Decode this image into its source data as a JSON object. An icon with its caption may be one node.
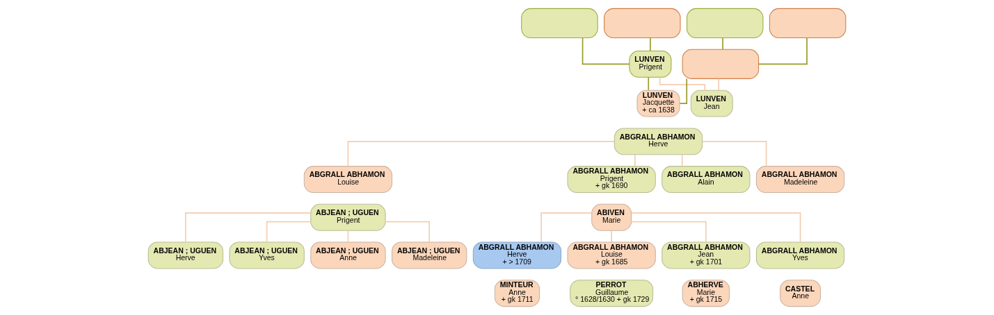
{
  "diagram": {
    "nodes": [
      {
        "text": [],
        "shape": "box"
      },
      {
        "text": [],
        "shape": "box"
      },
      {
        "text": [],
        "shape": "box"
      },
      {
        "text": [],
        "shape": "box"
      },
      {
        "text": [
          "LUNVEN",
          "Prigent"
        ]
      },
      {
        "text": [],
        "shape": "box"
      },
      {
        "text": [
          "LUNVEN",
          "Jacquette",
          "+ ca 1638"
        ]
      },
      {
        "text": [
          "ABGRALL ABHAMON",
          "Herve"
        ]
      },
      {
        "text": [
          "LUNVEN",
          "Jean"
        ]
      },
      {
        "text": [
          "ABGRALL ABHAMON",
          "Louise"
        ]
      },
      {
        "text": [
          "ABJEAN ; UGUEN",
          "Prigent"
        ]
      },
      {
        "text": [
          "ABGRALL ABHAMON",
          "Prigent",
          "+ gk 1690"
        ]
      },
      {
        "text": [
          "ABIVEN",
          "Marie"
        ]
      },
      {
        "text": [
          "ABGRALL ABHAMON",
          "Alain"
        ]
      },
      {
        "text": [
          "ABGRALL ABHAMON",
          "Madeleine"
        ]
      },
      {
        "text": [
          "ABJEAN ; UGUEN",
          "Herve"
        ]
      },
      {
        "text": [
          "ABJEAN ; UGUEN",
          "Yves"
        ]
      },
      {
        "text": [
          "ABJEAN ; UGUEN",
          "Anne"
        ]
      },
      {
        "text": [
          "ABJEAN ; UGUEN",
          "Madeleine"
        ]
      },
      {
        "text": [
          "ABGRALL ABHAMON",
          "Herve",
          "+ > 1709"
        ]
      },
      {
        "text": [
          "MINTEUR",
          "Anne",
          "+ gk 1711"
        ]
      },
      {
        "text": [
          "ABGRALL ABHAMON",
          "Louise",
          "+ gk 1685"
        ]
      },
      {
        "text": [
          "PERROT",
          "Guillaume",
          "° 1628/1630 + gk 1729"
        ]
      },
      {
        "text": [
          "ABGRALL ABHAMON",
          "Jean",
          "+ gk 1701"
        ]
      },
      {
        "text": [
          "ABHERVE",
          "Marie",
          "+ gk 1715"
        ]
      },
      {
        "text": [
          "ABGRALL ABHAMON",
          "Yves"
        ]
      },
      {
        "text": [
          "CASTEL",
          "Anne"
        ]
      }
    ],
    "edges": [
      {
        "from": 0,
        "to": 4,
        "arrow": "none",
        "color": "#9a9a2a"
      },
      {
        "from": 1,
        "to": 4,
        "arrow": "none",
        "color": "#9a9a2a"
      },
      {
        "from": 2,
        "to": 5,
        "arrow": "none",
        "color": "#9a9a2a"
      },
      {
        "from": 3,
        "to": 5,
        "arrow": "none",
        "color": "#9a9a2a"
      },
      {
        "from": 4,
        "to": 6,
        "arrow": "none",
        "color": "#9a9a2a"
      },
      {
        "from": 5,
        "to": 6,
        "arrow": "none",
        "color": "#9a9a2a"
      },
      {
        "from": 4,
        "to": 8,
        "arrow": "none"
      },
      {
        "from": 5,
        "to": 8,
        "arrow": "none"
      },
      {
        "from": 7,
        "to": 9,
        "arrow": "none"
      },
      {
        "from": 7,
        "to": 11,
        "arrow": "none"
      },
      {
        "from": 7,
        "to": 13,
        "arrow": "none"
      },
      {
        "from": 7,
        "to": 14,
        "arrow": "none"
      },
      {
        "from": 10,
        "to": 15,
        "arrow": "none"
      },
      {
        "from": 10,
        "to": 16,
        "arrow": "none"
      },
      {
        "from": 10,
        "to": 17,
        "arrow": "none"
      },
      {
        "from": 10,
        "to": 18,
        "arrow": "none"
      },
      {
        "from": 12,
        "to": 19,
        "arrow": "none"
      },
      {
        "from": 12,
        "to": 21,
        "arrow": "none"
      },
      {
        "from": 12,
        "to": 23,
        "arrow": "none"
      },
      {
        "from": 12,
        "to": 25,
        "arrow": "none"
      }
    ]
  }
}
